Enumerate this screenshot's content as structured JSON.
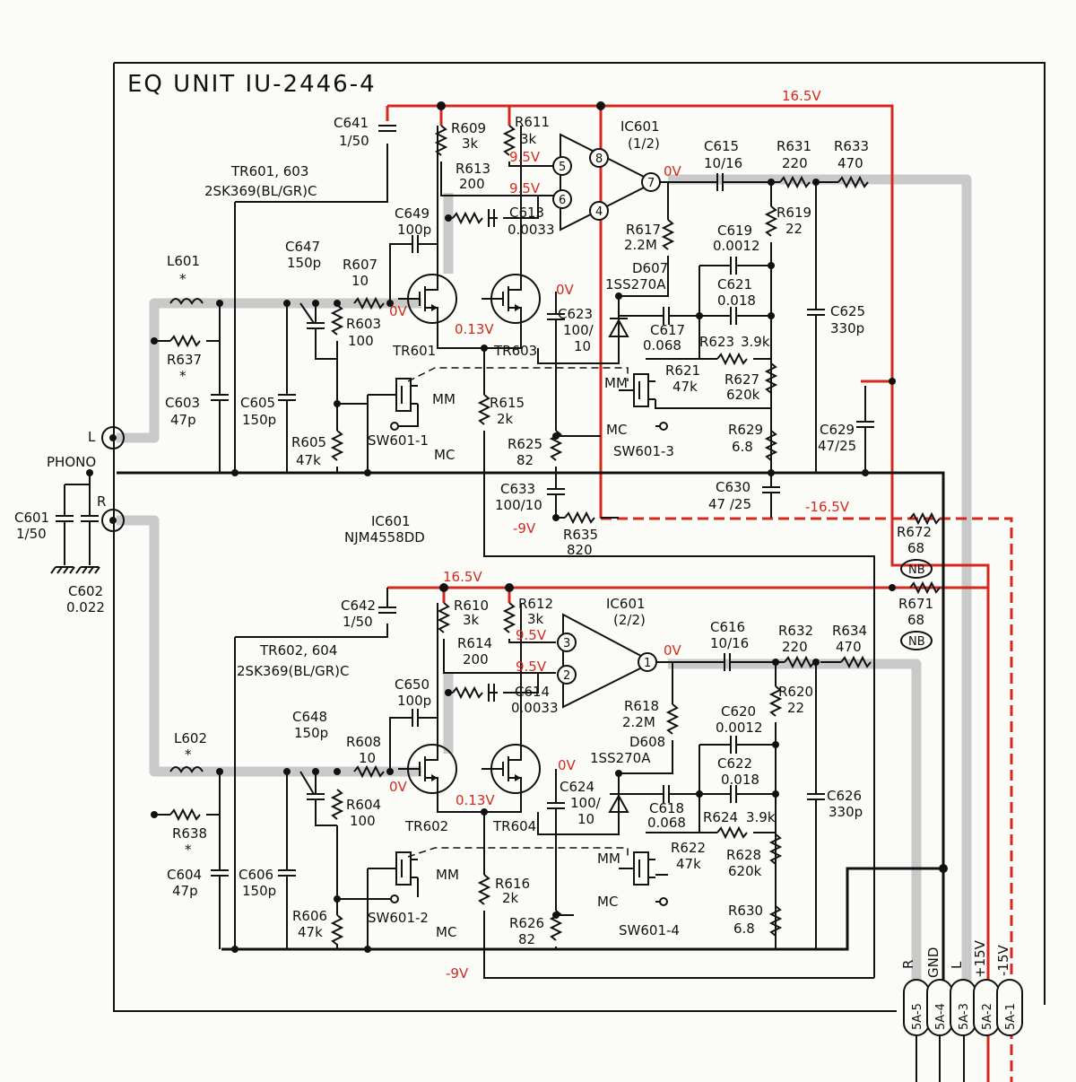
{
  "title": "EQ UNIT   IU-2446-4",
  "voltages": {
    "v16_5_top": "16.5V",
    "v16_5_mid": "16.5V",
    "vneg16_5": "-16.5V",
    "v9_5_a": "9.5V",
    "v9_5_b": "9.5V",
    "v9_5_c": "9.5V",
    "v9_5_d": "9.5V",
    "v0_out1": "0V",
    "v0_out2": "0V",
    "v0_drain1": "0V",
    "v0_drain2": "0V",
    "v0_gate1": "0V",
    "v0_gate2": "0V",
    "v013_a": "0.13V",
    "v013_b": "0.13V",
    "vneg9_a": "-9V",
    "vneg9_b": "-9V"
  },
  "channel1": {
    "c641": [
      "C641",
      "1/50"
    ],
    "r609": [
      "R609",
      "3k"
    ],
    "r611": [
      "R611",
      "3k"
    ],
    "ic601": [
      "IC601",
      "(1/2)"
    ],
    "tr_title": [
      "TR601, 603",
      "2SK369(BL/GR)C"
    ],
    "r613": [
      "R613",
      "200"
    ],
    "c649": [
      "C649",
      "100p"
    ],
    "c613": [
      "C613",
      "0.0033"
    ],
    "c647": [
      "C647",
      "150p"
    ],
    "l601": [
      "L601",
      "*"
    ],
    "r607": [
      "R607",
      "10"
    ],
    "r603": [
      "R603",
      "100"
    ],
    "r637": [
      "R637",
      "*"
    ],
    "c603": [
      "C603",
      "47p"
    ],
    "c605": [
      "C605",
      "150p"
    ],
    "r605": [
      "R605",
      "47k"
    ],
    "tr601": "TR601",
    "tr603": "TR603",
    "r615": [
      "R615",
      "2k"
    ],
    "sw601_1": "SW601-1",
    "mm1": "MM",
    "mc1": "MC",
    "r625": [
      "R625",
      "82"
    ],
    "c633": [
      "C633",
      "100/10"
    ],
    "r635": [
      "R635",
      "820"
    ],
    "c615": [
      "C615",
      "10/16"
    ],
    "r631": [
      "R631",
      "220"
    ],
    "r633": [
      "R633",
      "470"
    ],
    "r617": [
      "R617",
      "2.2M"
    ],
    "r619": [
      "R619",
      "22"
    ],
    "c619": [
      "C619",
      "0.0012"
    ],
    "d607": [
      "D607",
      "1SS270A"
    ],
    "c621": [
      "C621",
      "0.018"
    ],
    "c623": [
      "C623",
      "100/",
      "10"
    ],
    "c617": [
      "C617",
      "0.068"
    ],
    "r623": [
      "R623",
      "3.9k"
    ],
    "c625": [
      "C625",
      "330p"
    ],
    "r621": [
      "R621",
      "47k"
    ],
    "r627": [
      "R627",
      "620k"
    ],
    "mm3": "MM",
    "mc3": "MC",
    "sw601_3": "SW601-3",
    "r629": [
      "R629",
      "6.8"
    ],
    "c629": [
      "C629",
      "47/25"
    ],
    "c630": [
      "C630",
      "47 /25"
    ],
    "pins": {
      "p5": "5",
      "p6": "6",
      "p8": "8",
      "p4": "4",
      "p7": "7"
    }
  },
  "input": {
    "phono": "PHONO",
    "l": "L",
    "r": "R",
    "c601": [
      "C601",
      "1/50"
    ],
    "c602": [
      "C602",
      "0.022"
    ],
    "ic601_part": [
      "IC601",
      "NJM4558DD"
    ]
  },
  "nb": {
    "r672": [
      "R672",
      "68"
    ],
    "r671": [
      "R671",
      "68"
    ],
    "nb1": "NB",
    "nb2": "NB"
  },
  "channel2": {
    "c642": [
      "C642",
      "1/50"
    ],
    "r610": [
      "R610",
      "3k"
    ],
    "r612": [
      "R612",
      "3k"
    ],
    "ic601": [
      "IC601",
      "(2/2)"
    ],
    "tr_title": [
      "TR602, 604",
      "2SK369(BL/GR)C"
    ],
    "r614": [
      "R614",
      "200"
    ],
    "c650": [
      "C650",
      "100p"
    ],
    "c614": [
      "C614",
      "0.0033"
    ],
    "c648": [
      "C648",
      "150p"
    ],
    "l602": [
      "L602",
      "*"
    ],
    "r608": [
      "R608",
      "10"
    ],
    "r604": [
      "R604",
      "100"
    ],
    "r638": [
      "R638",
      "*"
    ],
    "c604": [
      "C604",
      "47p"
    ],
    "c606": [
      "C606",
      "150p"
    ],
    "r606": [
      "R606",
      "47k"
    ],
    "tr602": "TR602",
    "tr604": "TR604",
    "r616": [
      "R616",
      "2k"
    ],
    "sw601_2": "SW601-2",
    "mm2": "MM",
    "mc2": "MC",
    "r626": [
      "R626",
      "82"
    ],
    "c616": [
      "C616",
      "10/16"
    ],
    "r632": [
      "R632",
      "220"
    ],
    "r634": [
      "R634",
      "470"
    ],
    "r618": [
      "R618",
      "2.2M"
    ],
    "r620": [
      "R620",
      "22"
    ],
    "c620": [
      "C620",
      "0.0012"
    ],
    "d608": [
      "D608",
      "1SS270A"
    ],
    "c622": [
      "C622",
      "0.018"
    ],
    "c624": [
      "C624",
      "100/",
      "10"
    ],
    "c618": [
      "C618",
      "0.068"
    ],
    "r624": [
      "R624",
      "3.9k"
    ],
    "c626": [
      "C626",
      "330p"
    ],
    "r622": [
      "R622",
      "47k"
    ],
    "r628": [
      "R628",
      "620k"
    ],
    "mm4": "MM",
    "mc4": "MC",
    "sw601_4": "SW601-4",
    "r630": [
      "R630",
      "6.8"
    ],
    "pins": {
      "p3": "3",
      "p2": "2",
      "p1": "1"
    }
  },
  "connector": {
    "labels": [
      "R",
      "GND",
      "L",
      "+15V",
      "-15V"
    ],
    "pins": [
      "5A-5",
      "5A-4",
      "5A-3",
      "5A-2",
      "5A-1"
    ]
  },
  "colors": {
    "supply": "#d42a1e",
    "signal_path": "#c9c9c9",
    "ink": "#111111"
  }
}
